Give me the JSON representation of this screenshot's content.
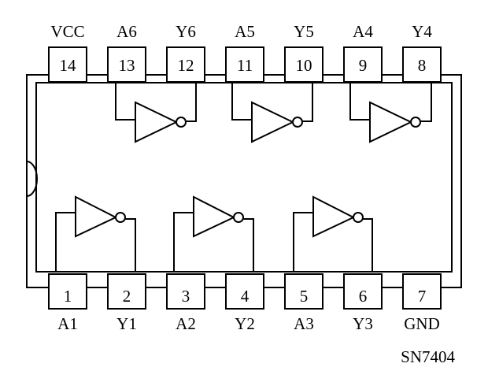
{
  "chip": {
    "part_number": "SN7404",
    "top_pins": [
      {
        "number": "14",
        "name": "VCC"
      },
      {
        "number": "13",
        "name": "A6"
      },
      {
        "number": "12",
        "name": "Y6"
      },
      {
        "number": "11",
        "name": "A5"
      },
      {
        "number": "10",
        "name": "Y5"
      },
      {
        "number": "9",
        "name": "A4"
      },
      {
        "number": "8",
        "name": "Y4"
      }
    ],
    "bottom_pins": [
      {
        "number": "1",
        "name": "A1"
      },
      {
        "number": "2",
        "name": "Y1"
      },
      {
        "number": "3",
        "name": "A2"
      },
      {
        "number": "4",
        "name": "Y2"
      },
      {
        "number": "5",
        "name": "A3"
      },
      {
        "number": "6",
        "name": "Y3"
      },
      {
        "number": "7",
        "name": "GND"
      }
    ]
  }
}
